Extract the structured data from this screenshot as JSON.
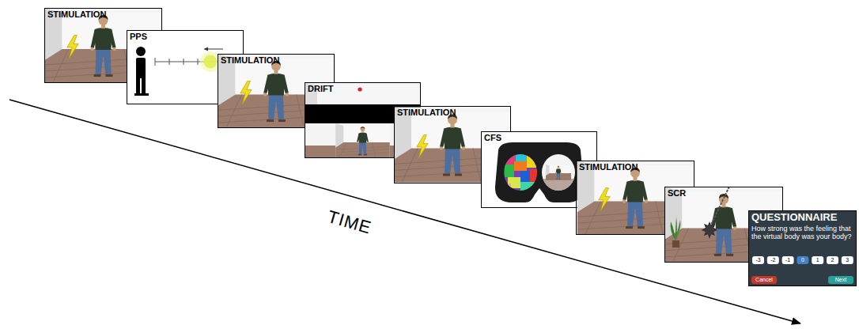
{
  "diagram": {
    "nodes": [
      {
        "text": [
          "STIMULATION"
        ]
      },
      {
        "text": [
          "PPS"
        ]
      },
      {
        "text": [
          "STIMULATION"
        ]
      },
      {
        "text": [
          "DRIFT"
        ]
      },
      {
        "text": [
          "STIMULATION"
        ]
      },
      {
        "text": [
          "CFS"
        ]
      },
      {
        "text": [
          "STIMULATION"
        ]
      },
      {
        "text": [
          "SCR"
        ]
      },
      {
        "text": [
          "QUESTIONNAIRE",
          "How strong was the feeling that the virtual body was your body?"
        ]
      }
    ],
    "labels": [
      "TIME",
      "-3",
      "-2",
      "-1",
      "0",
      "1",
      "2",
      "3",
      "Cancel",
      "Next"
    ]
  }
}
